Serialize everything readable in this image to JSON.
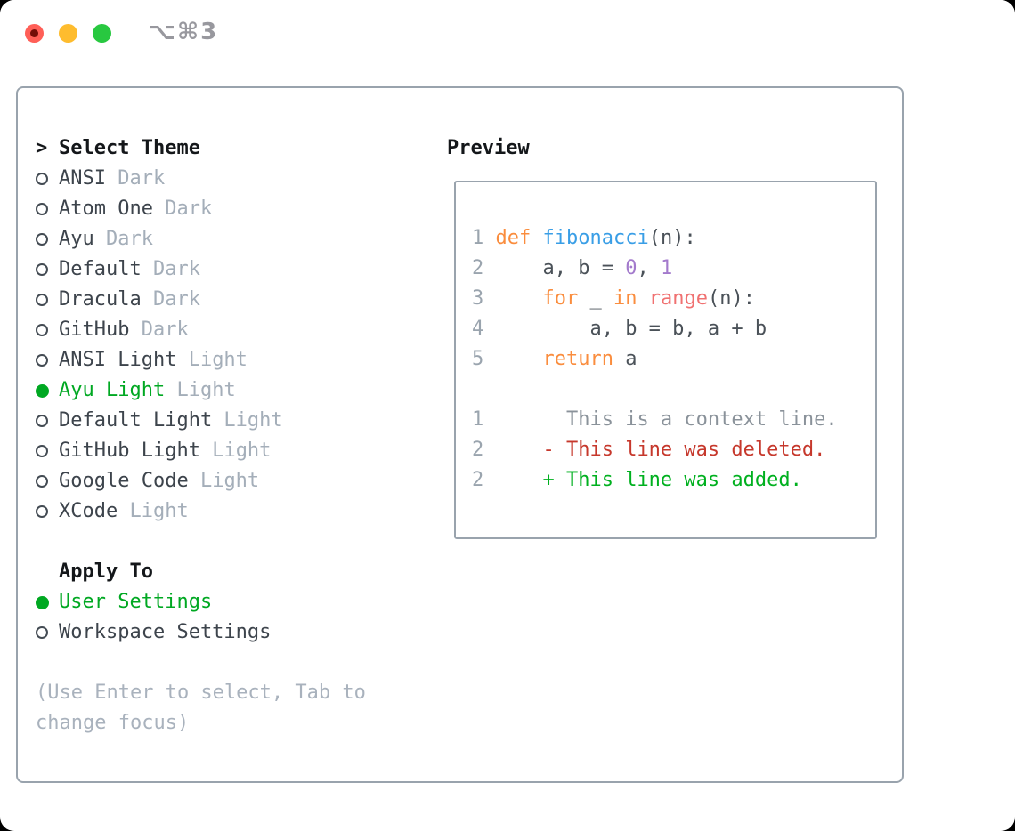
{
  "window": {
    "title_shortcut": "⌥⌘3"
  },
  "traffic_lights": {
    "close_color": "#ff5f57",
    "minimize_color": "#febc2e",
    "zoom_color": "#28c840"
  },
  "colors": {
    "panel_border": "#99a3ad",
    "selected_green": "#00a822",
    "header_text": "#14171a",
    "item_text": "#3d444c",
    "variant_text": "#a4aeb9",
    "hint_text": "#a9b2bd",
    "title_text": "#98989e"
  },
  "theme_panel": {
    "header_marker": ">",
    "header": "Select Theme",
    "themes": [
      {
        "name": "ANSI",
        "variant": "Dark",
        "selected": false
      },
      {
        "name": "Atom One",
        "variant": "Dark",
        "selected": false
      },
      {
        "name": "Ayu",
        "variant": "Dark",
        "selected": false
      },
      {
        "name": "Default",
        "variant": "Dark",
        "selected": false
      },
      {
        "name": "Dracula",
        "variant": "Dark",
        "selected": false
      },
      {
        "name": "GitHub",
        "variant": "Dark",
        "selected": false
      },
      {
        "name": "ANSI Light",
        "variant": "Light",
        "selected": false
      },
      {
        "name": "Ayu Light",
        "variant": "Light",
        "selected": true
      },
      {
        "name": "Default Light",
        "variant": "Light",
        "selected": false
      },
      {
        "name": "GitHub Light",
        "variant": "Light",
        "selected": false
      },
      {
        "name": "Google Code",
        "variant": "Light",
        "selected": false
      },
      {
        "name": "XCode",
        "variant": "Light",
        "selected": false
      }
    ],
    "apply_to": {
      "header": "Apply To",
      "options": [
        {
          "label": "User Settings",
          "selected": true
        },
        {
          "label": "Workspace Settings",
          "selected": false
        }
      ]
    },
    "hint_line1": "(Use Enter to select, Tab to",
    "hint_line2": "change focus)"
  },
  "preview": {
    "header": "Preview",
    "palette": {
      "fg": "#4a5158",
      "keyword": "#fa8d3e",
      "function": "#399ee6",
      "call": "#f07171",
      "number": "#a37acc",
      "line_number": "#9aa4ae",
      "context": "#8a929a",
      "deleted": "#c6382c",
      "added": "#00b01f"
    },
    "lines": [
      {
        "num": "1",
        "tokens": [
          {
            "t": "def",
            "c": "keyword"
          },
          {
            "t": " ",
            "c": "fg"
          },
          {
            "t": "fibonacci",
            "c": "function"
          },
          {
            "t": "(n):",
            "c": "fg"
          }
        ]
      },
      {
        "num": "2",
        "tokens": [
          {
            "t": "    a, b = ",
            "c": "fg"
          },
          {
            "t": "0",
            "c": "number"
          },
          {
            "t": ", ",
            "c": "fg"
          },
          {
            "t": "1",
            "c": "number"
          }
        ]
      },
      {
        "num": "3",
        "tokens": [
          {
            "t": "    ",
            "c": "fg"
          },
          {
            "t": "for",
            "c": "keyword"
          },
          {
            "t": " _ ",
            "c": "fg"
          },
          {
            "t": "in",
            "c": "keyword"
          },
          {
            "t": " ",
            "c": "fg"
          },
          {
            "t": "range",
            "c": "call"
          },
          {
            "t": "(n):",
            "c": "fg"
          }
        ]
      },
      {
        "num": "4",
        "tokens": [
          {
            "t": "        a, b = b, a + b",
            "c": "fg"
          }
        ]
      },
      {
        "num": "5",
        "tokens": [
          {
            "t": "    ",
            "c": "fg"
          },
          {
            "t": "return",
            "c": "keyword"
          },
          {
            "t": " a",
            "c": "fg"
          }
        ]
      },
      {
        "num": "",
        "tokens": []
      },
      {
        "num": "1",
        "tokens": [
          {
            "t": "      This is a context line.",
            "c": "context"
          }
        ]
      },
      {
        "num": "2",
        "tokens": [
          {
            "t": "    - This line was deleted.",
            "c": "deleted"
          }
        ]
      },
      {
        "num": "2",
        "tokens": [
          {
            "t": "    + This line was added.",
            "c": "added"
          }
        ]
      }
    ]
  }
}
